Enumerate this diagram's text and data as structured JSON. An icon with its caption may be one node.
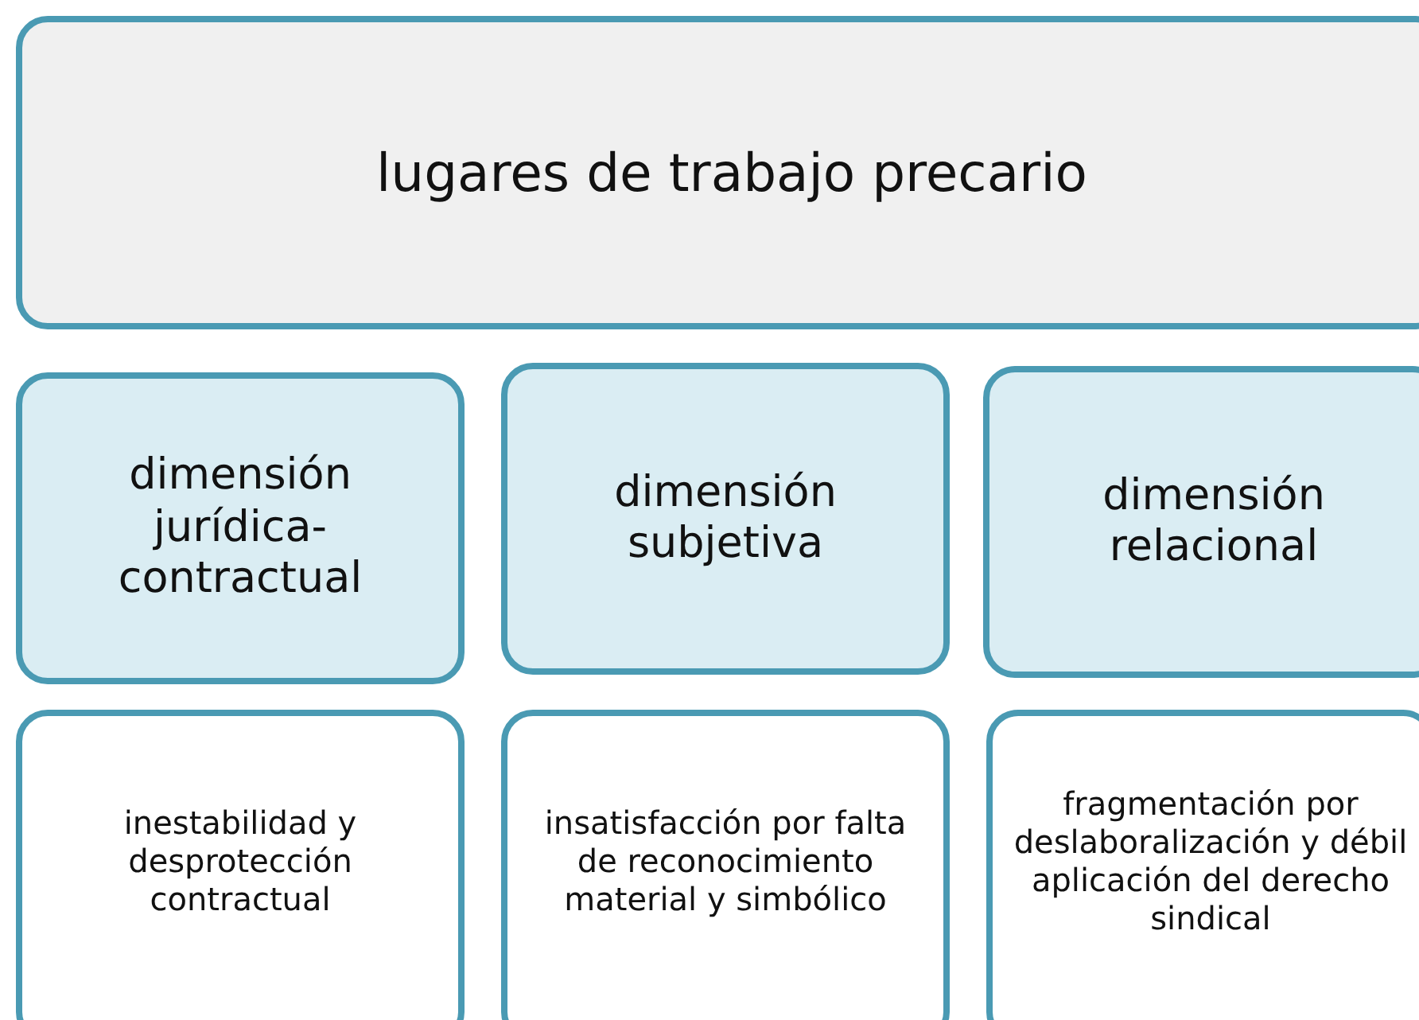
{
  "diagram": {
    "nodes": [
      {
        "text": [
          "lugares de trabajo precario"
        ]
      },
      {
        "text": [
          "dimensión jurídica-contractual"
        ]
      },
      {
        "text": [
          "dimensión subjetiva"
        ]
      },
      {
        "text": [
          "dimensión relacional"
        ]
      },
      {
        "text": [
          "inestabilidad y desprotección contractual"
        ]
      },
      {
        "text": [
          "insatisfacción por falta de reconocimiento material y simbólico"
        ]
      },
      {
        "text": [
          "fragmentación por deslaboralización y débil aplicación del derecho sindical"
        ]
      }
    ]
  }
}
